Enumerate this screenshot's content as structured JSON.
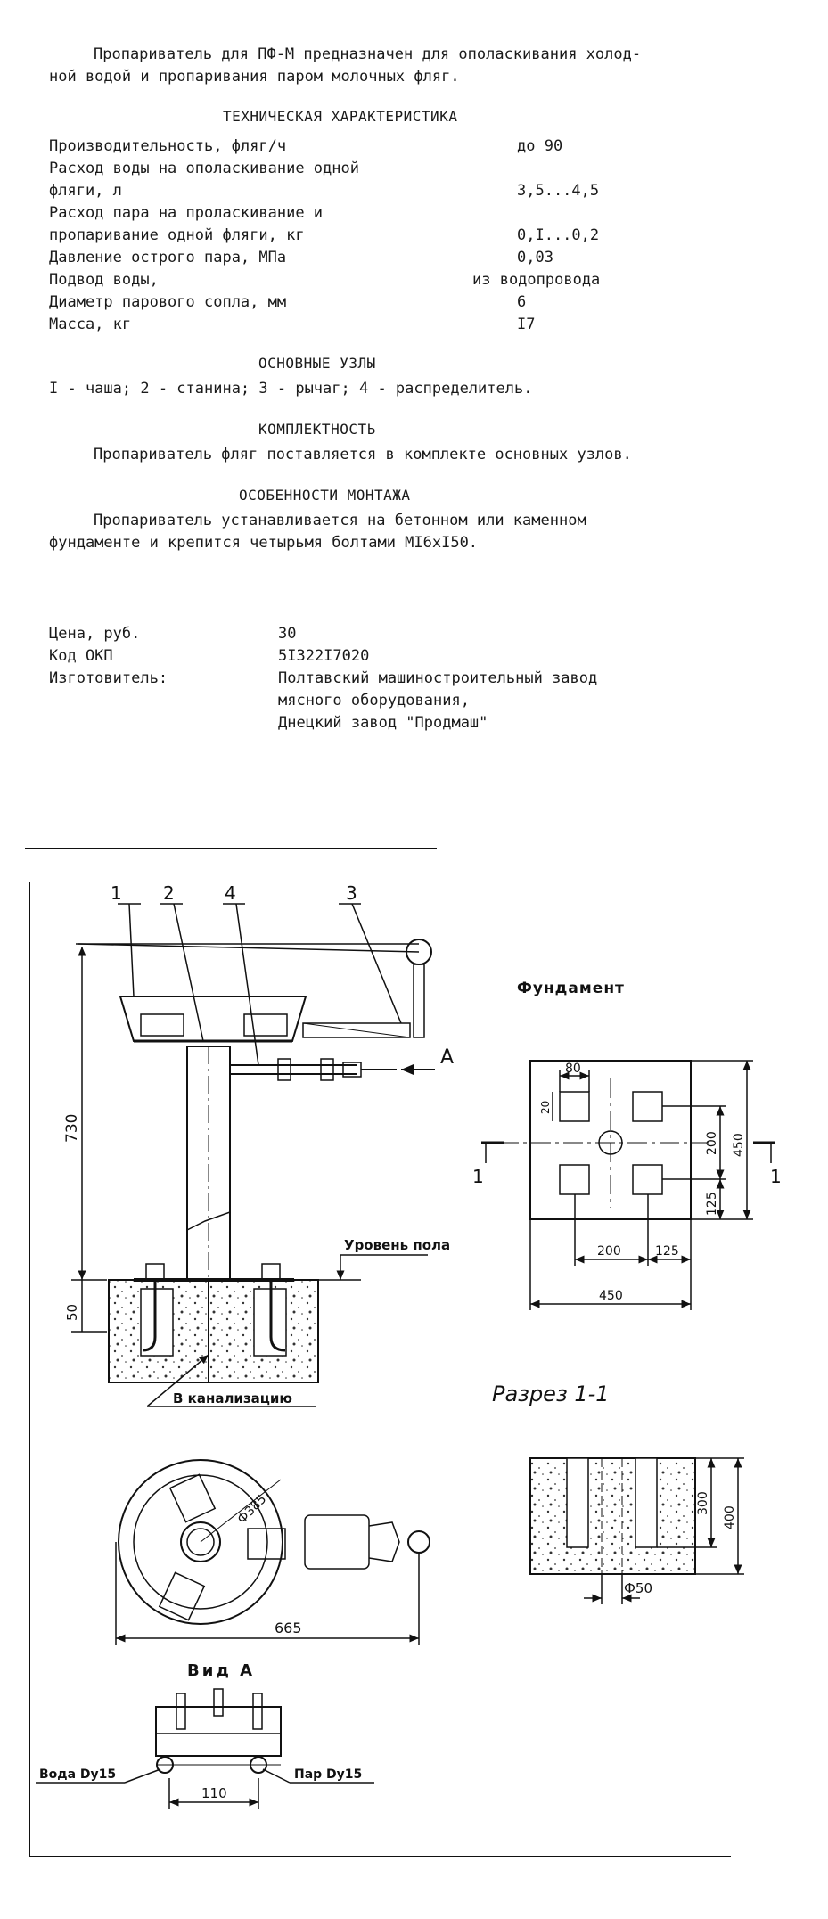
{
  "intro": {
    "line1": "Пропариватель для ПФ-М предназначен для ополаскивания холод-",
    "line2": "ной водой и пропаривания паром молочных фляг."
  },
  "specs": {
    "heading": "ТЕХНИЧЕСКАЯ ХАРАКТЕРИСТИКА",
    "rows": [
      {
        "label": "Производительность, фляг/ч",
        "value": "до 90"
      },
      {
        "label": "Расход воды на ополаскивание одной",
        "value": ""
      },
      {
        "label": "фляги, л",
        "value": "3,5...4,5"
      },
      {
        "label": "Расход пара на проласкивание и",
        "value": ""
      },
      {
        "label": "пропаривание одной фляги, кг",
        "value": "0,I...0,2"
      },
      {
        "label": "Давление острого пара, МПа",
        "value": "0,03"
      },
      {
        "label": "Подвод воды,",
        "value": "из водопровода"
      },
      {
        "label": "Диаметр парового сопла, мм",
        "value": "6"
      },
      {
        "label": "Масса, кг",
        "value": "I7"
      }
    ]
  },
  "units": {
    "heading": "ОСНОВНЫЕ УЗЛЫ",
    "text": "I - чаша; 2 - станина; 3 - рычаг; 4 - распределитель."
  },
  "completeness": {
    "heading": "КОМПЛЕКТНОСТЬ",
    "text": "Пропариватель фляг поставляется в комплекте основных узлов."
  },
  "mounting": {
    "heading": "ОСОБЕННОСТИ МОНТАЖА",
    "line1": "Пропариватель устанавливается на бетонном или каменном",
    "line2": "фундаменте и крепится четырьмя болтами  MI6xI50."
  },
  "info": {
    "price_label": "Цена, руб.",
    "price_value": "30",
    "okp_label": "Код ОКП",
    "okp_value": "5I322I7020",
    "maker_label": "Изготовитель:",
    "maker_line1": "Полтавский машиностроительный завод",
    "maker_line2": "мясного оборудования,",
    "maker_line3": "Днецкий завод \"Продмаш\""
  },
  "drawing": {
    "callouts": [
      "1",
      "2",
      "4",
      "3"
    ],
    "label_a": "А",
    "dim_730": "730",
    "dim_50": "50",
    "floor_level": "Уровень пола",
    "sewer": "В канализацию",
    "dim_385": "Ф385",
    "dim_665": "665",
    "view_a": "Вид А",
    "water": "Вода Dу15",
    "steam": "Пар Dу15",
    "dim_110": "110",
    "foundation_title": "Фундамент",
    "f_80": "80",
    "f_20": "20",
    "f_200v": "200",
    "f_450v": "450",
    "f_125v": "125",
    "f_200h": "200",
    "f_125h": "125",
    "f_450h": "450",
    "section_mark": "1",
    "section_title": "Разрез 1-1",
    "s_300": "300",
    "s_400": "400",
    "s_phi50": "Ф50"
  }
}
